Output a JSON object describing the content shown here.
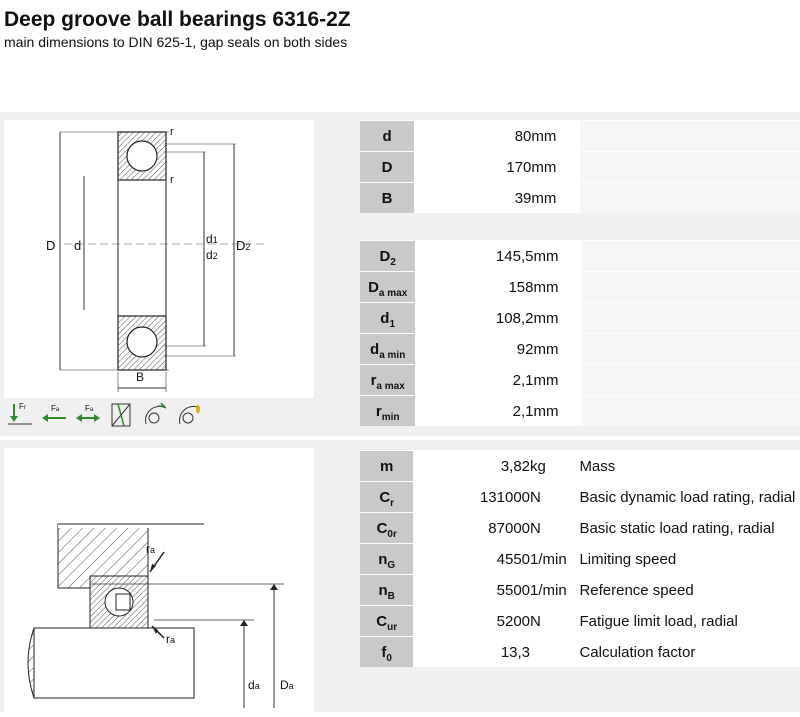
{
  "header": {
    "title": "Deep groove ball bearings 6316-2Z",
    "subtitle": "main dimensions to DIN 625-1, gap seals on both sides"
  },
  "drawing_labels": {
    "D": "D",
    "d": "d",
    "d1": "d",
    "d1_sub": "1",
    "d2": "d",
    "d2_sub": "2",
    "D2": "D",
    "D2_sub": "2",
    "B": "B",
    "r_top": "r",
    "r_mid": "r"
  },
  "mounting_labels": {
    "ra_top": "r",
    "ra_top_sub": "a",
    "ra_bot": "r",
    "ra_bot_sub": "a",
    "da": "d",
    "da_sub": "a",
    "Da": "D",
    "Da_sub": "a"
  },
  "table1": [
    {
      "sym": "d",
      "sub": "",
      "value": "80",
      "unit": "mm"
    },
    {
      "sym": "D",
      "sub": "",
      "value": "170",
      "unit": "mm"
    },
    {
      "sym": "B",
      "sub": "",
      "value": "39",
      "unit": "mm"
    }
  ],
  "table2": [
    {
      "sym": "D",
      "sub": "2",
      "value": "145,5",
      "unit": "mm"
    },
    {
      "sym": "D",
      "sub": "a max",
      "value": "158",
      "unit": "mm"
    },
    {
      "sym": "d",
      "sub": "1",
      "value": "108,2",
      "unit": "mm"
    },
    {
      "sym": "d",
      "sub": "a min",
      "value": "92",
      "unit": "mm"
    },
    {
      "sym": "r",
      "sub": "a max",
      "value": "2,1",
      "unit": "mm"
    },
    {
      "sym": "r",
      "sub": "min",
      "value": "2,1",
      "unit": "mm"
    }
  ],
  "table3": [
    {
      "sym": "m",
      "sub": "",
      "value": "3,82",
      "unit": "kg",
      "desc": "Mass"
    },
    {
      "sym": "C",
      "sub": "r",
      "value": "131000",
      "unit": "N",
      "desc": "Basic dynamic load rating, radial"
    },
    {
      "sym": "C",
      "sub": "0r",
      "value": "87000",
      "unit": "N",
      "desc": "Basic static load rating, radial"
    },
    {
      "sym": "n",
      "sub": "G",
      "value": "4550",
      "unit": "1/min",
      "desc": "Limiting speed"
    },
    {
      "sym": "n",
      "sub": "B",
      "value": "5500",
      "unit": "1/min",
      "desc": "Reference speed"
    },
    {
      "sym": "C",
      "sub": "ur",
      "value": "5200",
      "unit": "N",
      "desc": "Fatigue limit load, radial"
    },
    {
      "sym": "f",
      "sub": "0",
      "value": "13,3",
      "unit": "",
      "desc": "Calculation factor"
    }
  ],
  "icons": {
    "radial_label": "F",
    "radial_sub": "r",
    "axial_label": "F",
    "axial_sub": "a",
    "axial2_label": "F",
    "axial2_sub": "a"
  }
}
